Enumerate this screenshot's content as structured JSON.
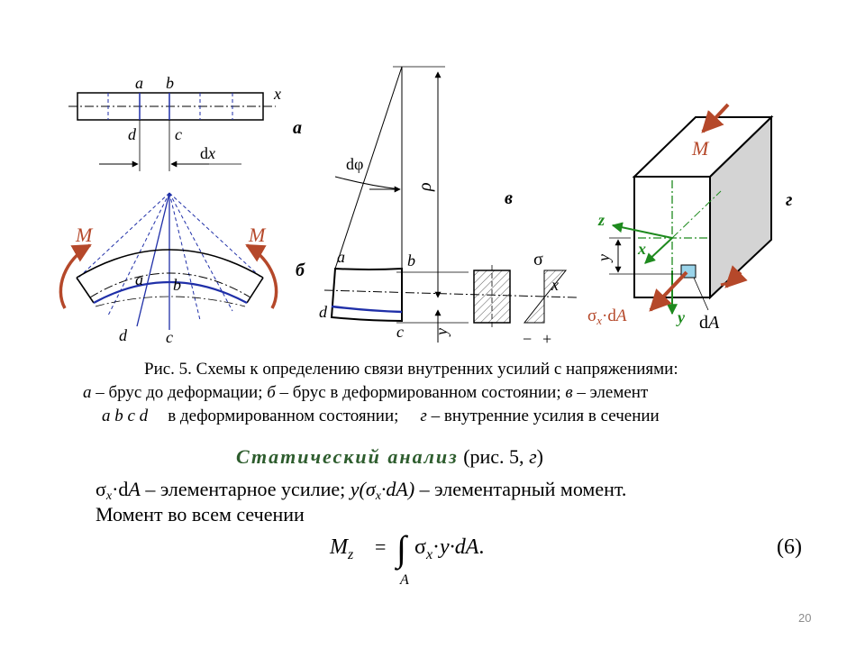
{
  "figure": {
    "panel_a": {
      "tag": "а",
      "labels": {
        "a": "a",
        "b": "b",
        "d": "d",
        "c": "c",
        "x": "x",
        "dx_d": "d",
        "dx_x": "x"
      }
    },
    "panel_b": {
      "tag": "б",
      "labels": {
        "M_left": "M",
        "M_right": "M",
        "a": "a",
        "b": "b",
        "d": "d",
        "c": "c"
      }
    },
    "panel_v": {
      "tag": "в",
      "labels": {
        "dphi": "dφ",
        "rho": "ρ",
        "a": "a",
        "b": "b",
        "d": "d",
        "c": "c",
        "y": "y",
        "sigma": "σ",
        "x": "x",
        "minus": "−",
        "plus": "+"
      }
    },
    "panel_g": {
      "tag": "г",
      "labels": {
        "M": "M",
        "z": "z",
        "y_dim": "y",
        "x": "x",
        "y_axis": "y",
        "sigma": "σ",
        "sigma_sub": "x",
        "dA_d": "·d",
        "dA_A": "A",
        "area_d": "d",
        "area_A": "A"
      }
    }
  },
  "caption": {
    "prefix": "Рис. 5. Схемы к определению связи внутренних усилий с напряжениями:",
    "a_mark": "а",
    "a_text": " – брус до деформации; ",
    "b_mark": "б",
    "b_text": " – брус в деформированном состоянии; ",
    "v_mark": "в",
    "v_text": " – элемент",
    "abcd": "a b c d",
    "v2_text": "в деформированном состоянии;",
    "g_mark": "г",
    "g_text": " – внутренние усилия в сечении"
  },
  "heading": {
    "title": "Статический анализ",
    "ref_open": " (рис. 5, ",
    "ref_letter": "г",
    "ref_close": ")"
  },
  "body": {
    "sigma": "σ",
    "sub_x": "x",
    "dA": "·d",
    "A": "A",
    "text1": " – элементарное усилие; ",
    "moment_expr": "y(σ",
    "moment_x": "x",
    "moment_dA": "·dA)",
    "text2": " – элементарный момент.",
    "line2": "Момент во всем сечении"
  },
  "formula": {
    "lhs": "M",
    "lhs_sub": "z",
    "eq": "=",
    "integral": "∫",
    "sigma": "σ",
    "sigma_sub": "x",
    "dot": "·",
    "y": "y",
    "dA": "·dA",
    "period": ".",
    "limit": "A"
  },
  "equation_number": "(6)",
  "page_number": "20",
  "colors": {
    "moment": "#b5482a",
    "axes_green": "#1e8a1e",
    "dashed_blue": "#1f2fa8",
    "heading_green": "#2e5d2e"
  }
}
